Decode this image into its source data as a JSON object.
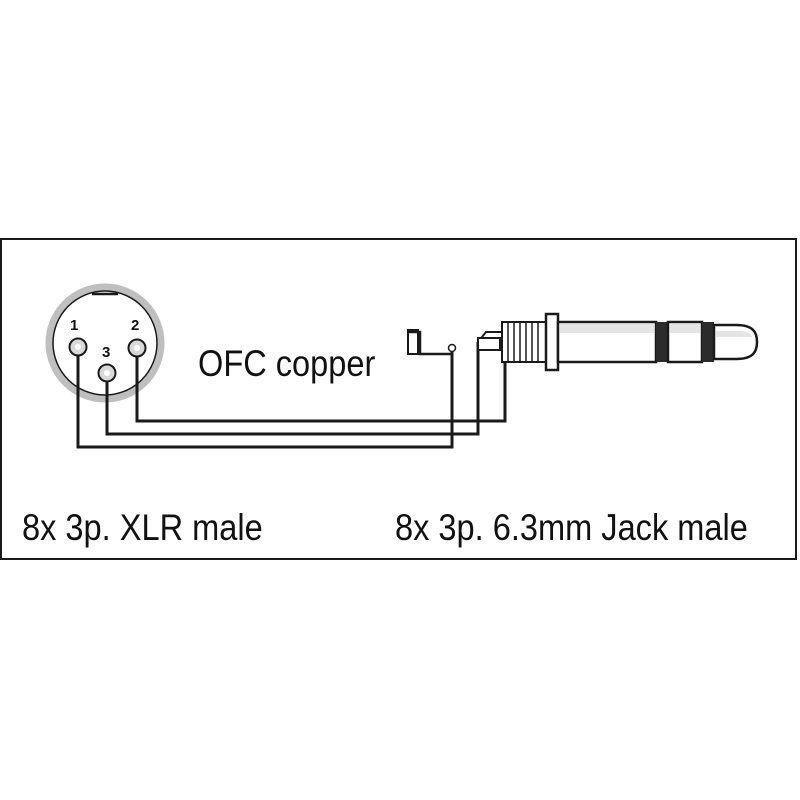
{
  "diagram": {
    "cable_label": "OFC copper",
    "xlr_caption": "8x 3p. XLR male",
    "jack_caption": "8x 3p. 6.3mm Jack male",
    "xlr_pins": [
      {
        "number": "1"
      },
      {
        "number": "2"
      },
      {
        "number": "3"
      }
    ]
  },
  "colors": {
    "line": "#1a1a1a",
    "plug_grey": "#d9d9d9",
    "plug_dark": "#2b2b2b"
  }
}
